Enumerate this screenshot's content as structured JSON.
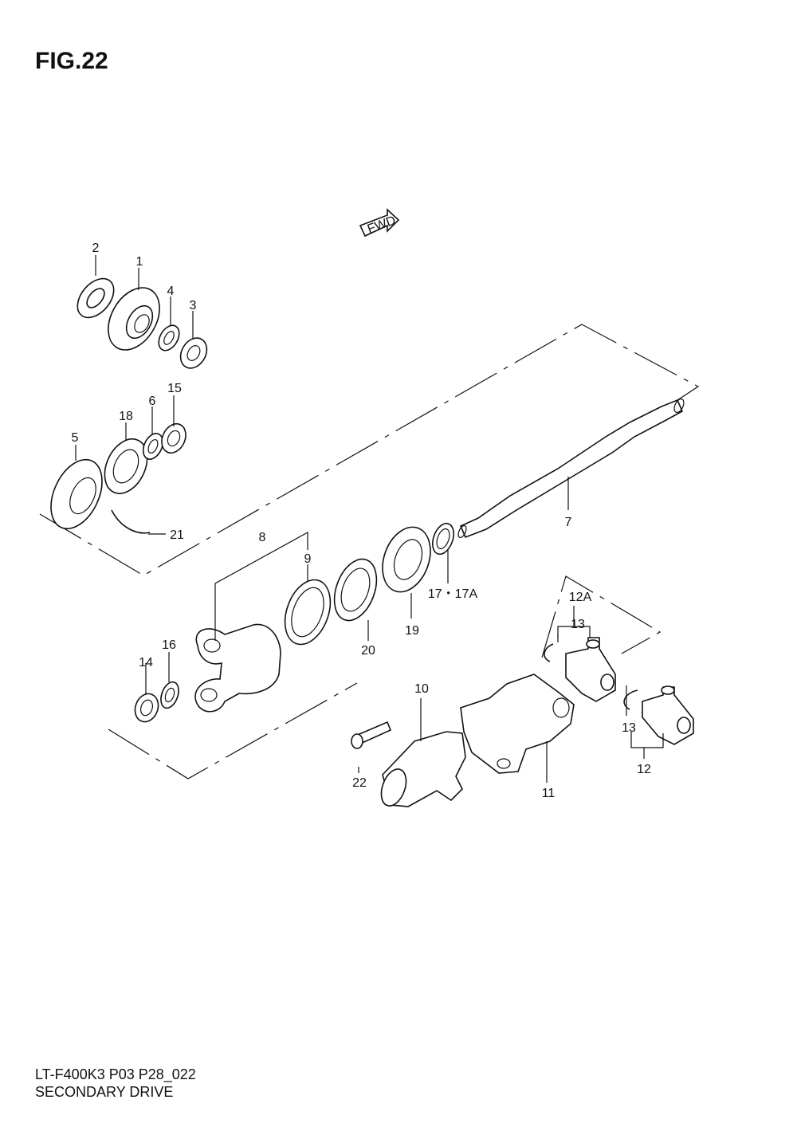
{
  "figure": {
    "title": "FIG.22"
  },
  "footer": {
    "code": "LT-F400K3 P03 P28_022",
    "name": "SECONDARY DRIVE"
  },
  "fwd_label": "FWD",
  "callouts": {
    "c1": "1",
    "c2": "2",
    "c3": "3",
    "c4": "4",
    "c5": "5",
    "c6": "6",
    "c7": "7",
    "c8": "8",
    "c9": "9",
    "c10": "10",
    "c11": "11",
    "c12": "12",
    "c12a": "12A",
    "c13a": "13",
    "c13b": "13",
    "c14": "14",
    "c15": "15",
    "c16": "16",
    "c17": "17・17A",
    "c18": "18",
    "c19": "19",
    "c20": "20",
    "c21": "21",
    "c22": "22"
  }
}
